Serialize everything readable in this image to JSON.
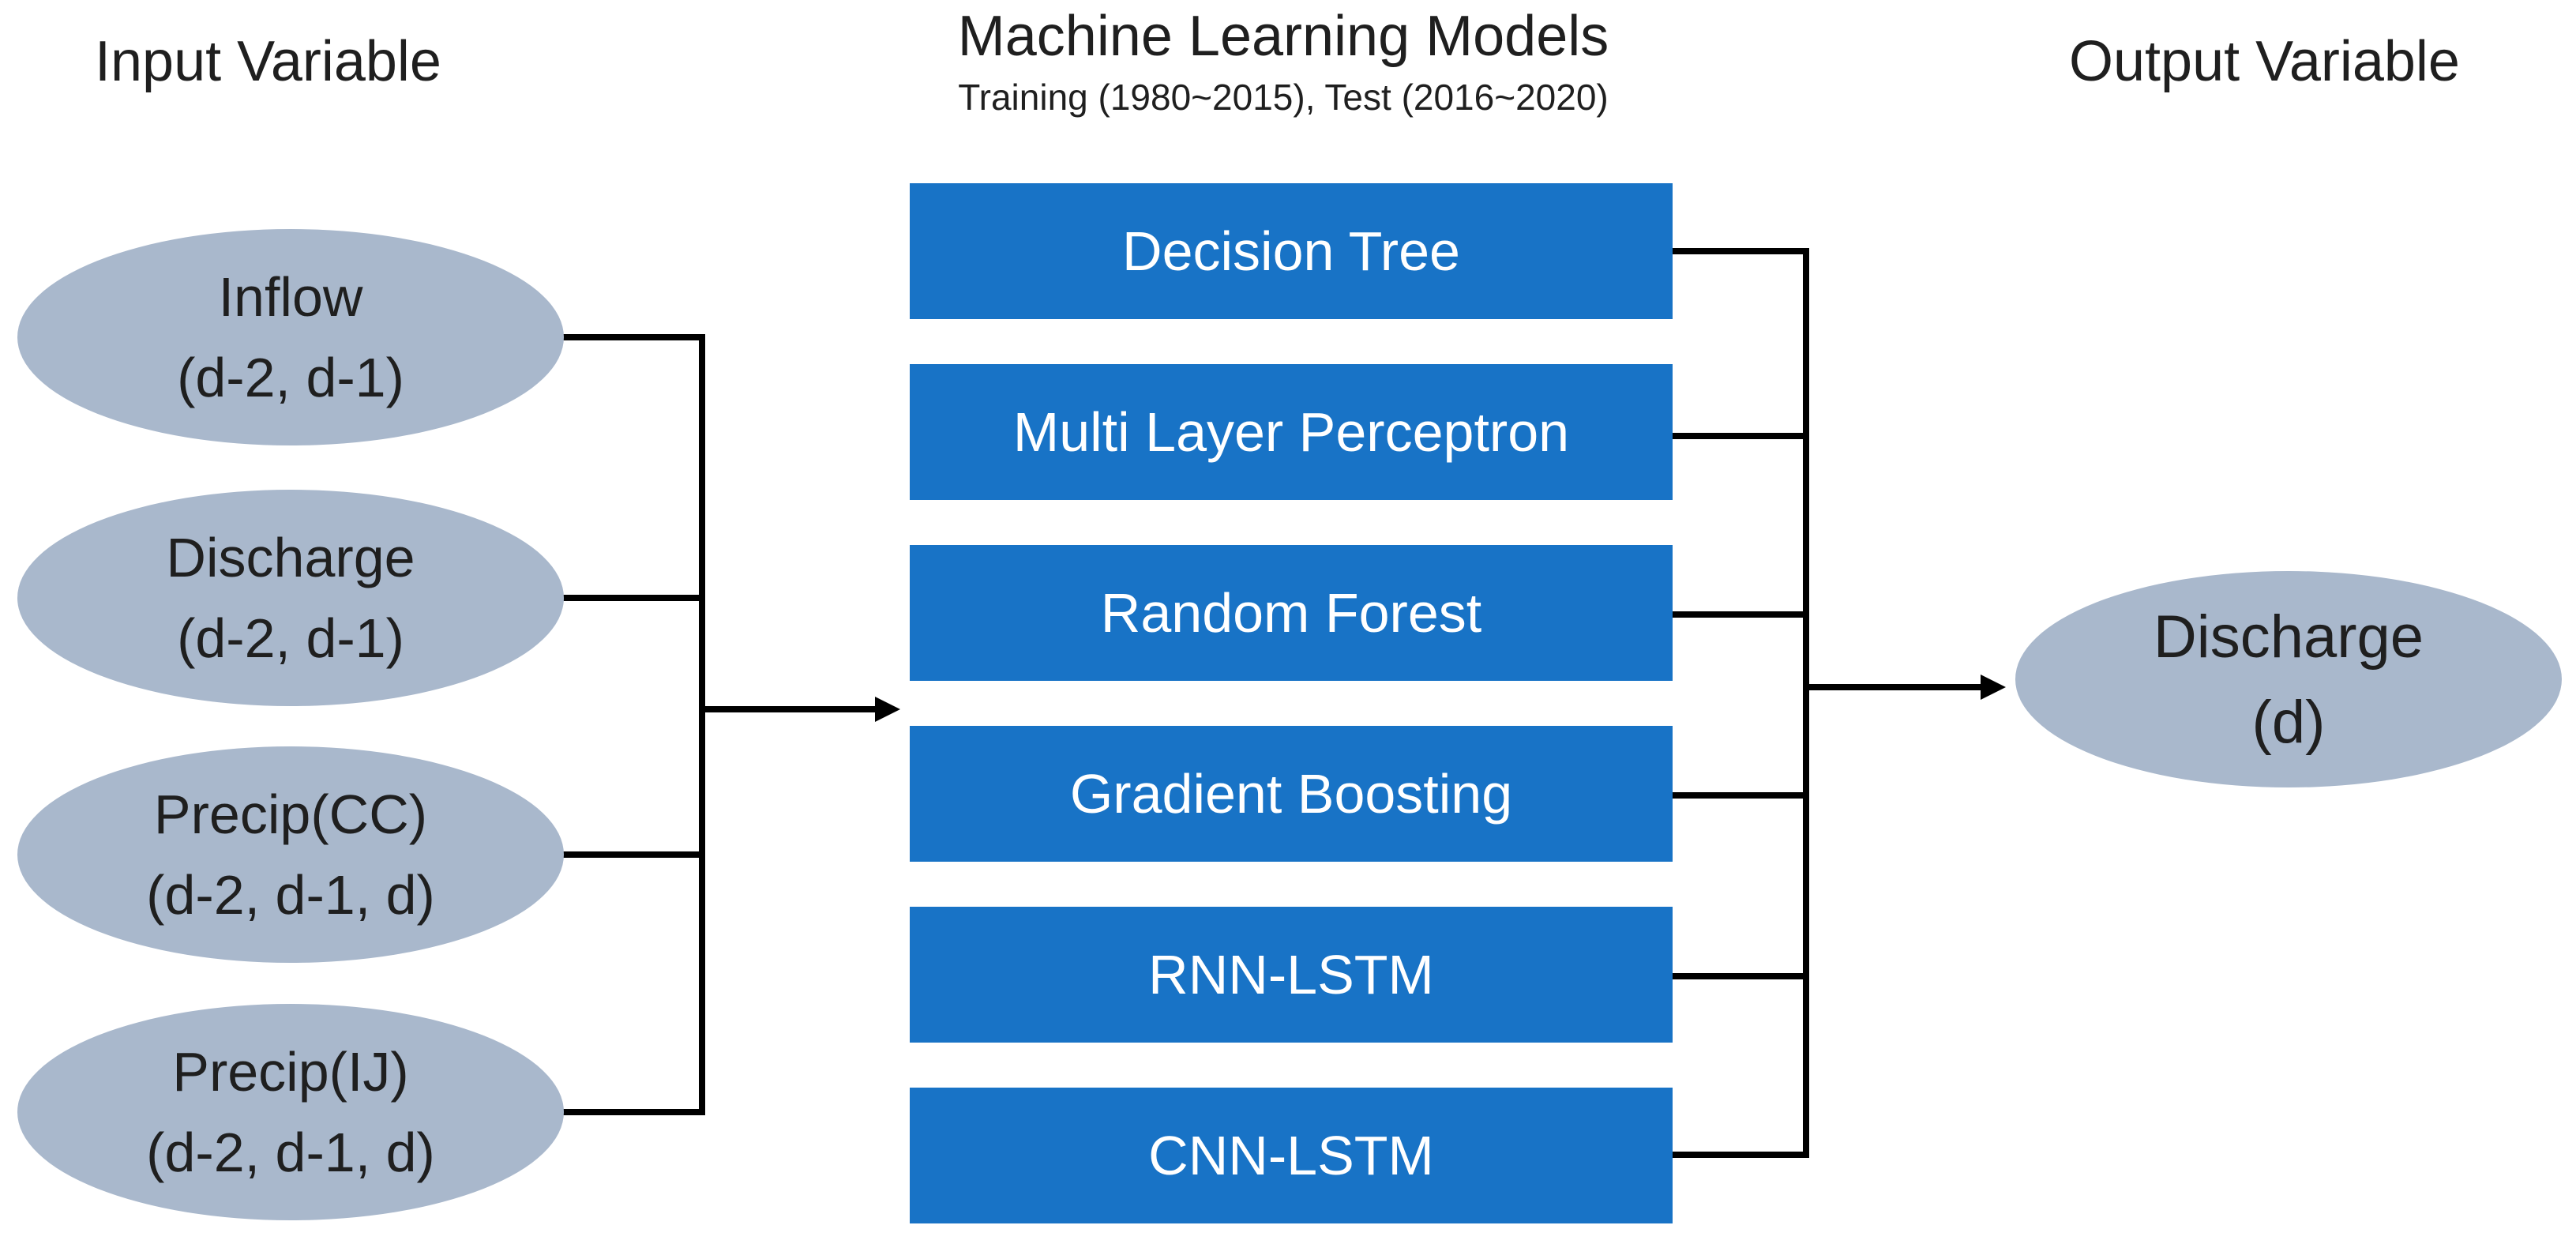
{
  "headings": {
    "input": "Input Variable",
    "models": "Machine Learning Models",
    "models_period": "Training (1980~2015), Test (2016~2020)",
    "output": "Output Variable"
  },
  "inputs": [
    {
      "name": "Inflow",
      "lags": "(d-2, d-1)"
    },
    {
      "name": "Discharge",
      "lags": "(d-2, d-1)"
    },
    {
      "name": "Precip(CC)",
      "lags": "(d-2, d-1, d)"
    },
    {
      "name": "Precip(IJ)",
      "lags": "(d-2, d-1, d)"
    }
  ],
  "models": [
    "Decision Tree",
    "Multi Layer Perceptron",
    "Random Forest",
    "Gradient Boosting",
    "RNN-LSTM",
    "CNN-LSTM"
  ],
  "output": {
    "name": "Discharge",
    "lags": "(d)"
  },
  "colors": {
    "ellipse_fill": "#a9b8cc",
    "model_fill": "#1873c6",
    "model_text": "#ffffff",
    "line": "#000000",
    "text": "#1f1f1f"
  }
}
